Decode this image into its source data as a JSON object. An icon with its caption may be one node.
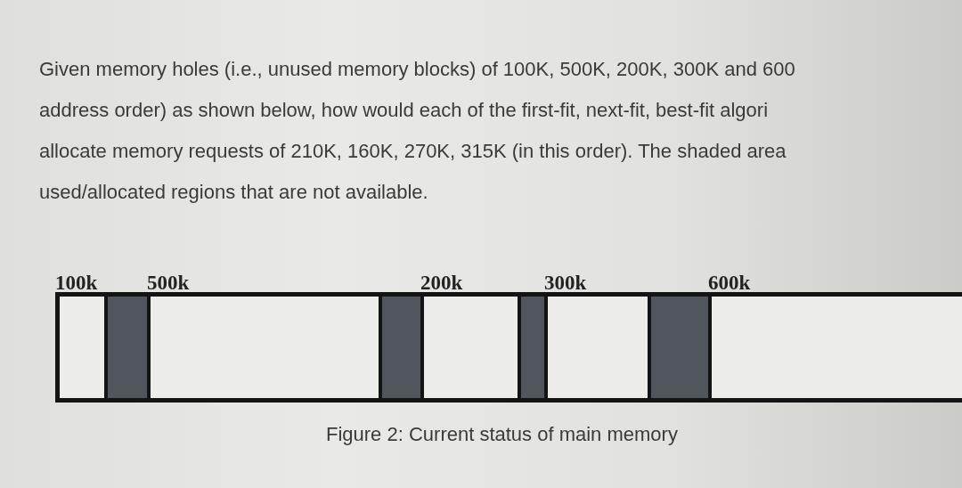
{
  "diagram": {
    "caption": "Figure 2: Current status of main memory",
    "nodes": [
      {
        "text": [
          "100k"
        ]
      },
      {
        "text": [],
        "shape": "box"
      },
      {
        "text": [
          "500k"
        ]
      },
      {
        "text": [],
        "shape": "box"
      },
      {
        "text": [
          "200k"
        ]
      },
      {
        "text": [],
        "shape": "box"
      },
      {
        "text": [
          "300k"
        ]
      },
      {
        "text": [],
        "shape": "box"
      },
      {
        "text": [
          "600k"
        ]
      }
    ],
    "labels": [
      "Given memory holes (i.e., unused memory blocks) of 100K, 500K, 200K, 300K and 600",
      "address order) as shown below, how would each of the first-fit, next-fit, best-fit  algori",
      "allocate memory requests of 210K, 160K, 270K, 315K  (in this order). The shaded area",
      "used/allocated regions that are not available."
    ]
  }
}
